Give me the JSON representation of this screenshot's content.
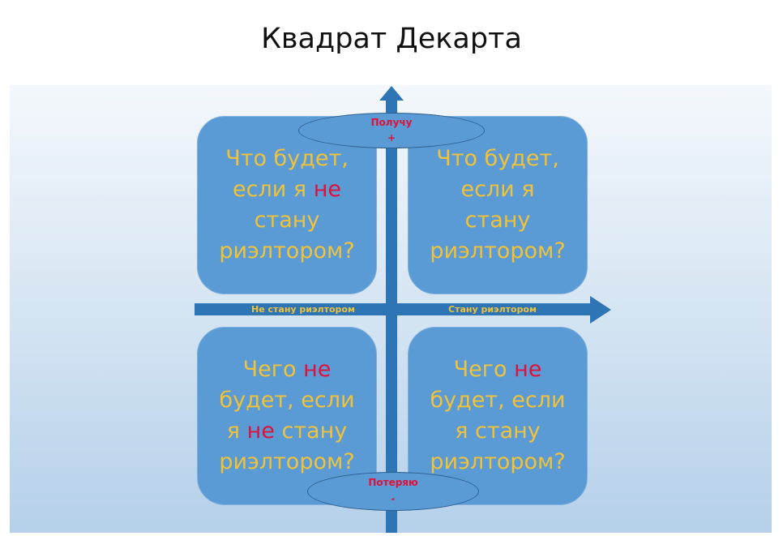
{
  "title": "Квадрат Декарта",
  "top_oval": {
    "label": "Получу",
    "sign": "+"
  },
  "bottom_oval": {
    "label": "Потеряю",
    "sign": "-"
  },
  "axis": {
    "left_label": "Не стану риэлтором",
    "right_label": "Стану риэлтором"
  },
  "quadrants": {
    "top_left": {
      "l1": "Что будет,",
      "l2a": "если я ",
      "l2b": "не",
      "l3": "стану",
      "l4": "риэлтором?"
    },
    "top_right": {
      "l1": "Что будет,",
      "l2": "если я",
      "l3": "стану",
      "l4": "риэлтором?"
    },
    "bottom_left": {
      "l1a": "Чего ",
      "l1b": "не",
      "l2": "будет, если",
      "l3a": "я ",
      "l3b": "не",
      "l3c": " стану",
      "l4": "риэлтором?"
    },
    "bottom_right": {
      "l1a": "Чего ",
      "l1b": "не",
      "l2": "будет, если",
      "l3": "я стану",
      "l4": "риэлтором?"
    }
  },
  "colors": {
    "box": "#5b9bd5",
    "arrow": "#2e75b6",
    "text": "#f0c23a",
    "negation": "#e0103a"
  }
}
